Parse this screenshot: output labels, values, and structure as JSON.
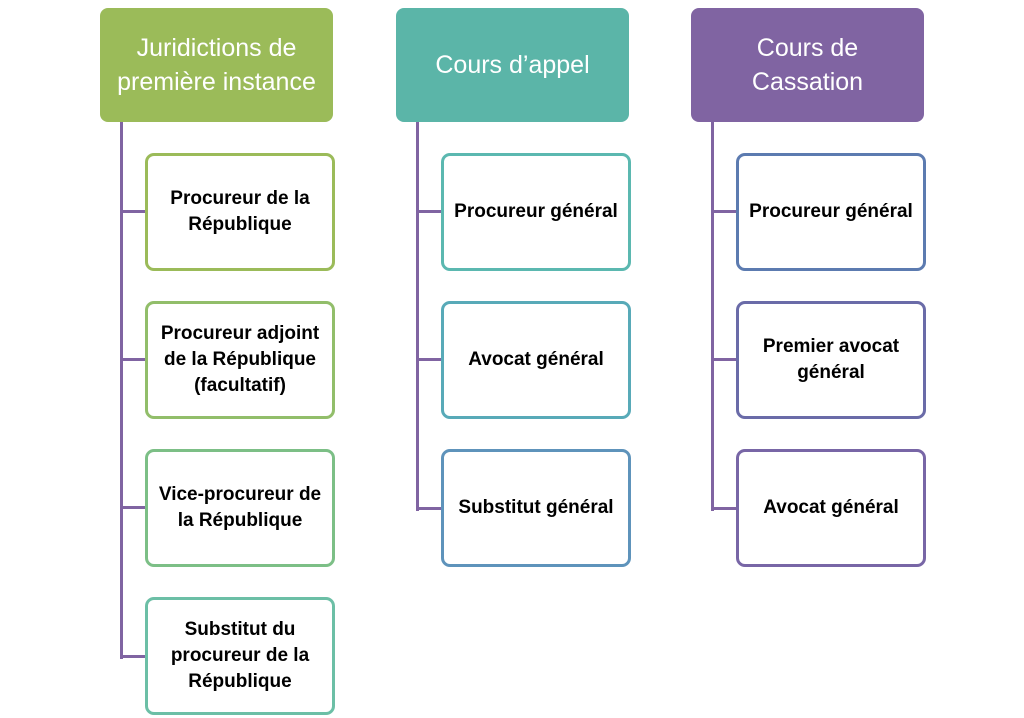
{
  "colors": {
    "connector": "#8064a2",
    "col1_header": "#9bbb59",
    "col1_border_top": "#9bbb59",
    "col1_border_bottom": "#4bacc6",
    "col2_header": "#5bb5a8",
    "col2_border_top": "#4bacc6",
    "col2_border_bottom": "#4f81bd",
    "col3_header": "#8064a2",
    "col3_border": "#6a6ba8"
  },
  "columns": [
    {
      "title": "Juridictions de première instance",
      "items": [
        "Procureur de la République",
        "Procureur adjoint de la République (facultatif)",
        "Vice-procureur de la République",
        "Substitut du procureur de la République"
      ]
    },
    {
      "title": "Cours d’appel",
      "items": [
        "Procureur général",
        "Avocat général",
        "Substitut général"
      ]
    },
    {
      "title": "Cours de Cassation",
      "items": [
        "Procureur général",
        "Premier avocat général",
        "Avocat général"
      ]
    }
  ]
}
